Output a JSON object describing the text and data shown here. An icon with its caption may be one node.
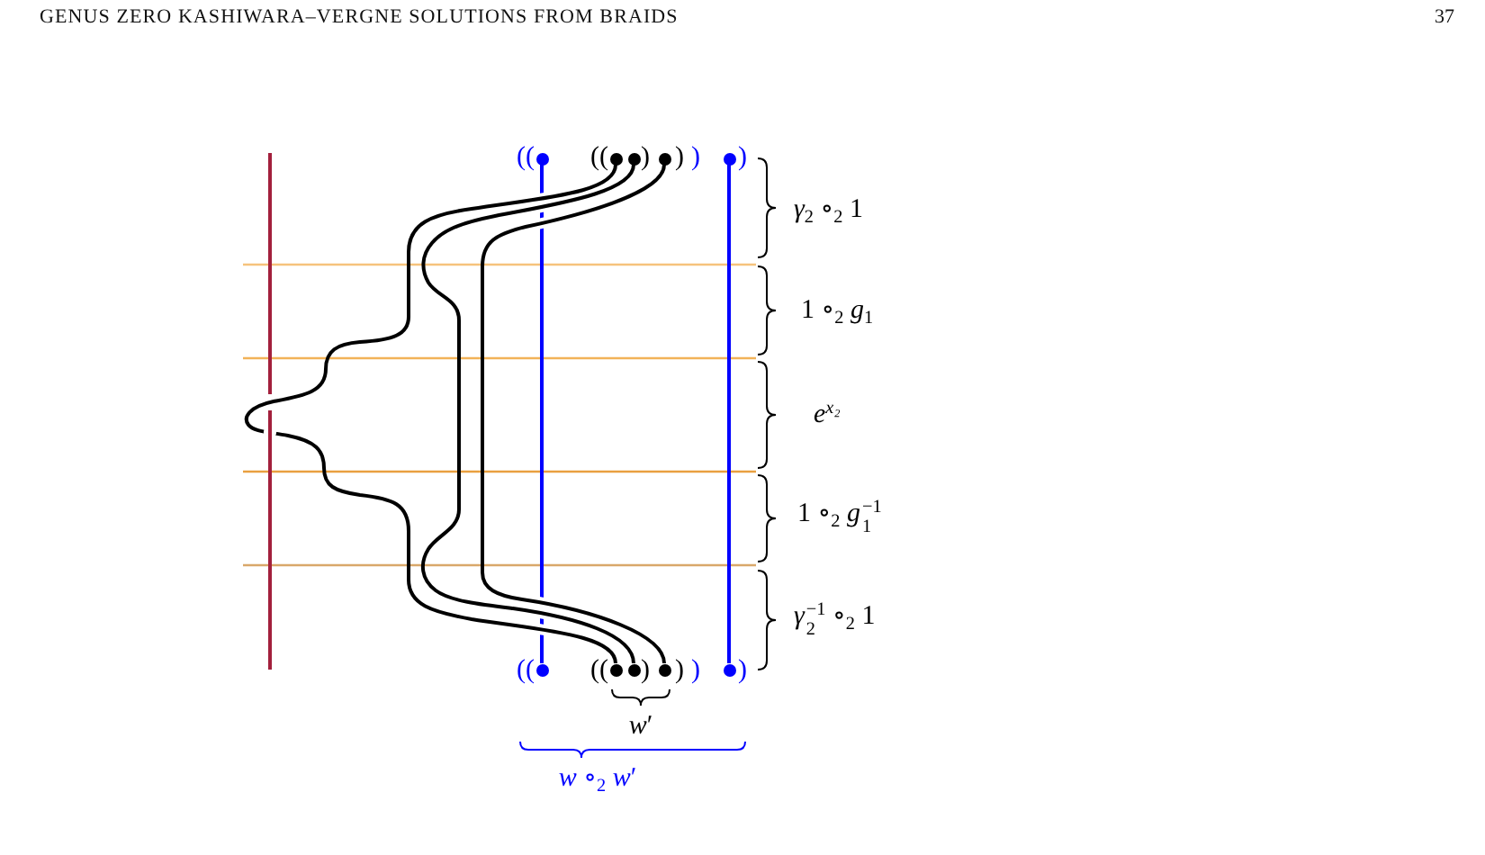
{
  "diagram": {
    "nodes": [
      {
        "text": [],
        "shape": "circle"
      },
      {
        "text": [],
        "shape": "circle"
      },
      {
        "text": [],
        "shape": "circle"
      },
      {
        "text": [],
        "shape": "circle"
      },
      {
        "text": [],
        "shape": "circle"
      },
      {
        "text": [],
        "shape": "circle"
      },
      {
        "text": [],
        "shape": "circle"
      },
      {
        "text": [],
        "shape": "circle"
      },
      {
        "text": [],
        "shape": "circle"
      },
      {
        "text": [],
        "shape": "circle"
      }
    ],
    "edges": [
      {
        "from": 0,
        "to": 5,
        "arrow": "none",
        "color": "#0000ff"
      },
      {
        "from": 1,
        "to": 6,
        "arrow": "none"
      },
      {
        "from": 2,
        "to": 7,
        "arrow": "none"
      },
      {
        "from": 3,
        "to": 8,
        "arrow": "none"
      },
      {
        "from": 4,
        "to": 9,
        "arrow": "none",
        "color": "#0000ff"
      }
    ],
    "labels": [
      "GENUS ZERO KASHIWARA–VERGNE SOLUTIONS FROM BRAIDS",
      "37",
      "((",
      "((",
      ")",
      ")",
      ")",
      ")",
      "*γ*$_{2}$ ∘$_{2}$ 1",
      "1 ∘$_{2}$ *g*$_{1}$",
      "*e*$^{x₂}$",
      "1 ∘$_{2}$ *g*$_{1}$$^{−1}$",
      "*γ*$_{2}$$^{−1}$ ∘$_{2}$ 1",
      "((",
      "((",
      ")",
      ")",
      ")",
      ")",
      "*w*′",
      "*w* ∘$_{2}$ *w*′"
    ]
  }
}
